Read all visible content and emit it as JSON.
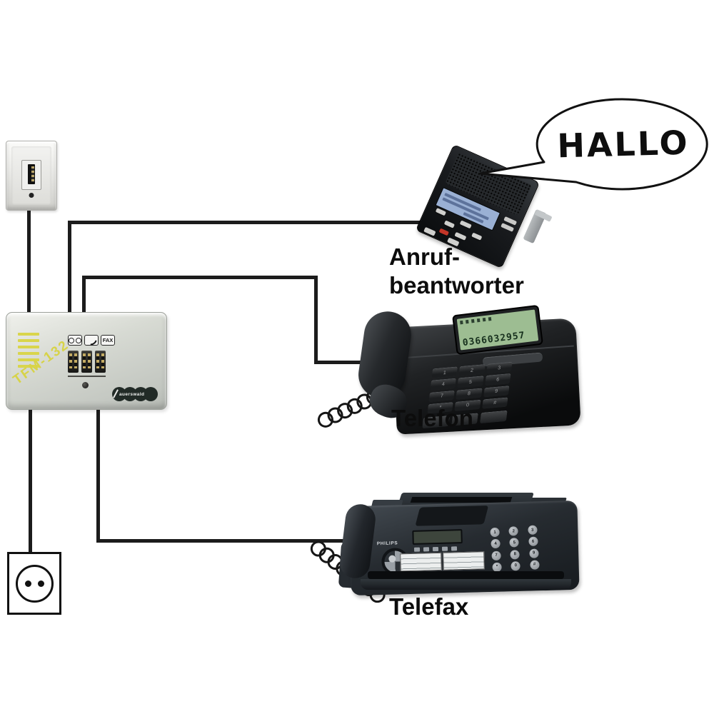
{
  "bubble": {
    "text": "HALLO"
  },
  "tfm_box": {
    "model": "TFM-132",
    "brand": "auerswald",
    "fax_port_label": "FAX"
  },
  "answering_machine": {
    "label_line1": "Anruf-",
    "label_line2": "beantworter"
  },
  "telephone": {
    "label": "Telefon",
    "display_number": "0366032957",
    "keypad": [
      "1",
      "2",
      "3",
      "4",
      "5",
      "6",
      "7",
      "8",
      "9",
      "*",
      "0",
      "#"
    ]
  },
  "fax": {
    "label": "Telefax",
    "brand": "PHILIPS",
    "keypad": [
      "1",
      "2",
      "3",
      "4",
      "5",
      "6",
      "7",
      "8",
      "9",
      "*",
      "0",
      "#"
    ]
  },
  "colors": {
    "wire": "#1c1c1c",
    "accent_yellow": "#d8d44a",
    "lcd_blue": "#9ab0d4",
    "lcd_green": "#9dbd92",
    "bubble_outline": "#111111"
  }
}
